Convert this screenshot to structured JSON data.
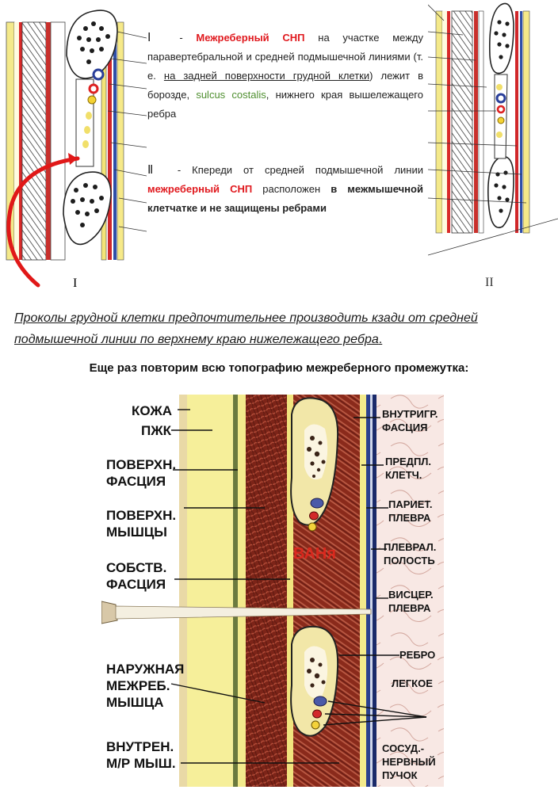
{
  "figures": {
    "left_numeral": "I",
    "right_numeral": "II"
  },
  "paragraph1": {
    "numeral": "Ⅰ",
    "dash": "-",
    "term": "Межреберный СНП",
    "text_a": "на участке между паравертебральной и средней подмышечной линиями (т. е.",
    "underlined": "на задней поверхности грудной клетки",
    "text_b": ") лежит в борозде,",
    "latin": "sulcus costalis",
    "text_c": ", нижнего края вышележащего ребра"
  },
  "paragraph2": {
    "numeral": "Ⅱ",
    "text_a": "- Кпереди от средней подмышечной линии",
    "term": "межреберный СНП",
    "text_b": "расположен",
    "bold_text": "в межмышечной клетчатке и не защищены ребрами"
  },
  "puncture_note": {
    "text": "Проколы грудной клетки предпочтительнее производить кзади от средней подмышечной линии по верхнему краю нижележащего ребра",
    "end": "."
  },
  "section_heading": "Еще раз повторим всю топографию межреберного промежутка:",
  "diagram": {
    "watermark": "ВАНя",
    "left_labels": {
      "skin": "КОЖА",
      "subcutaneous": "ПЖК",
      "superficial_fascia": "ПОВЕРХН.\nФАСЦИЯ",
      "superficial_muscles": "ПОВЕРХН.\nМЫШЦЫ",
      "own_fascia": "СОБСТВ.\nФАСЦИЯ",
      "external_intercostal": "НАРУЖНАЯ\nМЕЖРЕБ.\nМЫШЦА",
      "internal_intercostal": "ВНУТРЕН.\nМ/Р МЫШ."
    },
    "right_labels": {
      "endothoracic_fascia": "ВНУТРИГР.\nФАСЦИЯ",
      "preperitoneal_tissue": "ПРЕДПЛ.\nКЛЕТЧ.",
      "parietal_pleura": "ПАРИЕТ.\nПЛЕВРА",
      "pleural_cavity": "ПЛЕВРАЛ.\nПОЛОСТЬ",
      "visceral_pleura": "ВИСЦЕР.\nПЛЕВРА",
      "rib": "РЕБРО",
      "lung": "ЛЕГКОЕ",
      "bundle": "СОСУД.-\nНЕРВНЫЙ\nПУЧОК"
    }
  },
  "colors": {
    "red_term": "#e0191e",
    "latin_green": "#4e8f2f",
    "fat_yellow": "#f6ef9a",
    "muscle": "#8d2b1c",
    "pleura_blue": "#2a3f8f"
  }
}
